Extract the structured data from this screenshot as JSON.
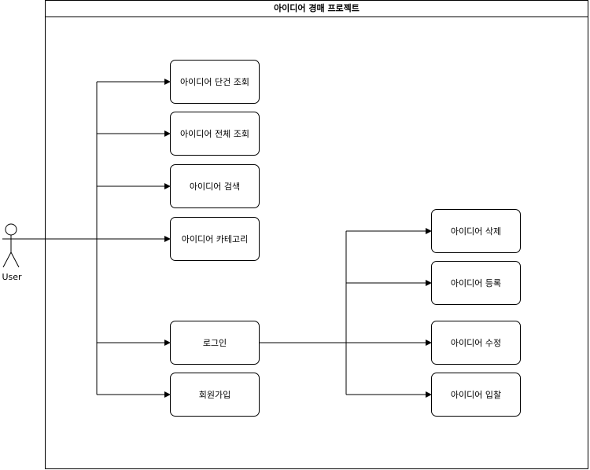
{
  "diagram": {
    "title": "아이디어 경매 프로젝트",
    "actor": {
      "label": "User"
    },
    "use_cases": {
      "view_single": "아이디어 단건 조회",
      "view_all": "아이디어 전체 조회",
      "search": "아이디어 검색",
      "category": "아이디어 카테고리",
      "login": "로그인",
      "signup": "회원가입",
      "delete": "아이디어 삭제",
      "register": "아이디어 등록",
      "edit": "아이디어 수정",
      "bid": "아이디어 입찰"
    }
  }
}
